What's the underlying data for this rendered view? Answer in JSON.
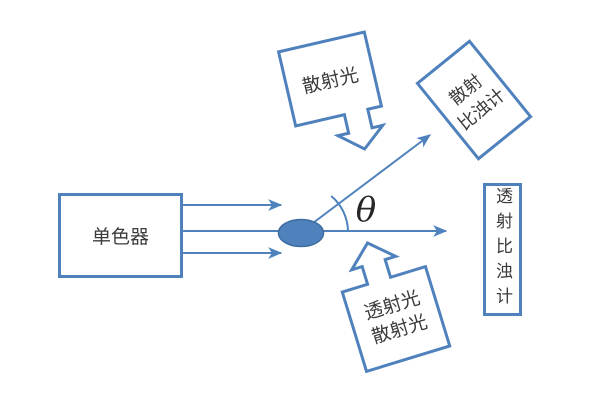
{
  "title": "scattering-and-transmission-turbidimetry-diagram",
  "colors": {
    "accent": "#4F81BD",
    "ellipse_fill": "#4F81BD",
    "text": "#3B3B3B"
  },
  "nodes": {
    "monochromator": {
      "label": "单色器"
    },
    "scattered_light_callout": {
      "label": "散射光"
    },
    "scatter_nephelometer": {
      "line1": "散射",
      "line2": "比浊计"
    },
    "transmission_nephelometer": {
      "label": "透射比浊计"
    },
    "transmitted_scattered_callout": {
      "line1": "透射光",
      "line2": "散射光"
    },
    "angle": {
      "symbol": "θ"
    }
  }
}
